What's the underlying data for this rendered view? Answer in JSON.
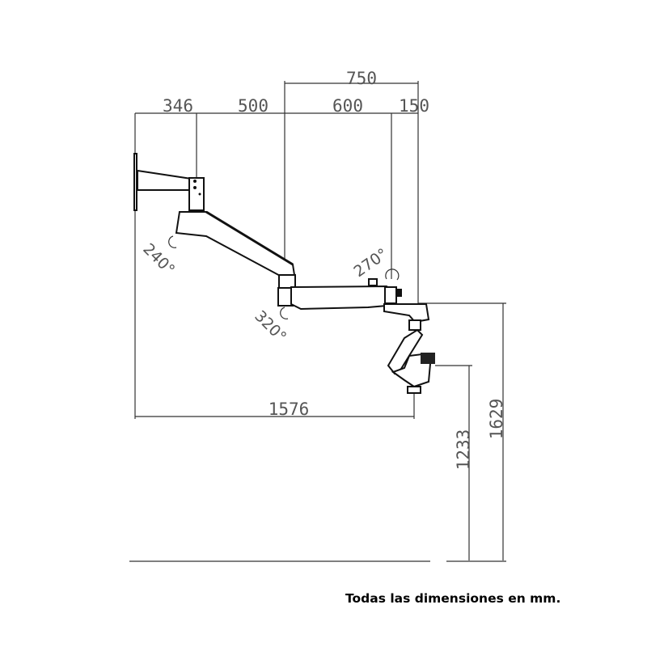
{
  "dimensions": {
    "top_total": "750",
    "wall_offset": "346",
    "arm1": "500",
    "arm2": "600",
    "head_offset": "150",
    "total_reach": "1576",
    "height_total": "1629",
    "height_optics": "1233"
  },
  "rotations": {
    "wall_joint": "240°",
    "mid_joint": "320°",
    "head_joint": "270°"
  },
  "caption": "Todas las dimensiones en mm."
}
